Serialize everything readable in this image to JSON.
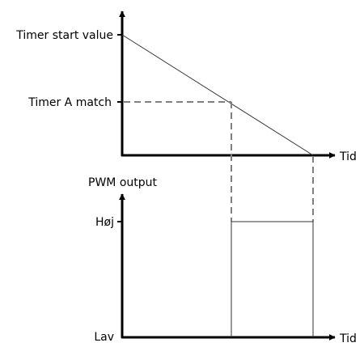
{
  "top_graph": {
    "y_tick_start": "Timer start value",
    "y_tick_match": "Timer A match",
    "x_label": "Tid"
  },
  "bottom_graph": {
    "y_label": "PWM output",
    "y_tick_high": "Høj",
    "y_tick_low": "Lav",
    "x_label": "Tid"
  },
  "colors": {
    "axis": "#000000",
    "line": "#333333",
    "dashed": "#808080",
    "background": "#ffffff"
  }
}
